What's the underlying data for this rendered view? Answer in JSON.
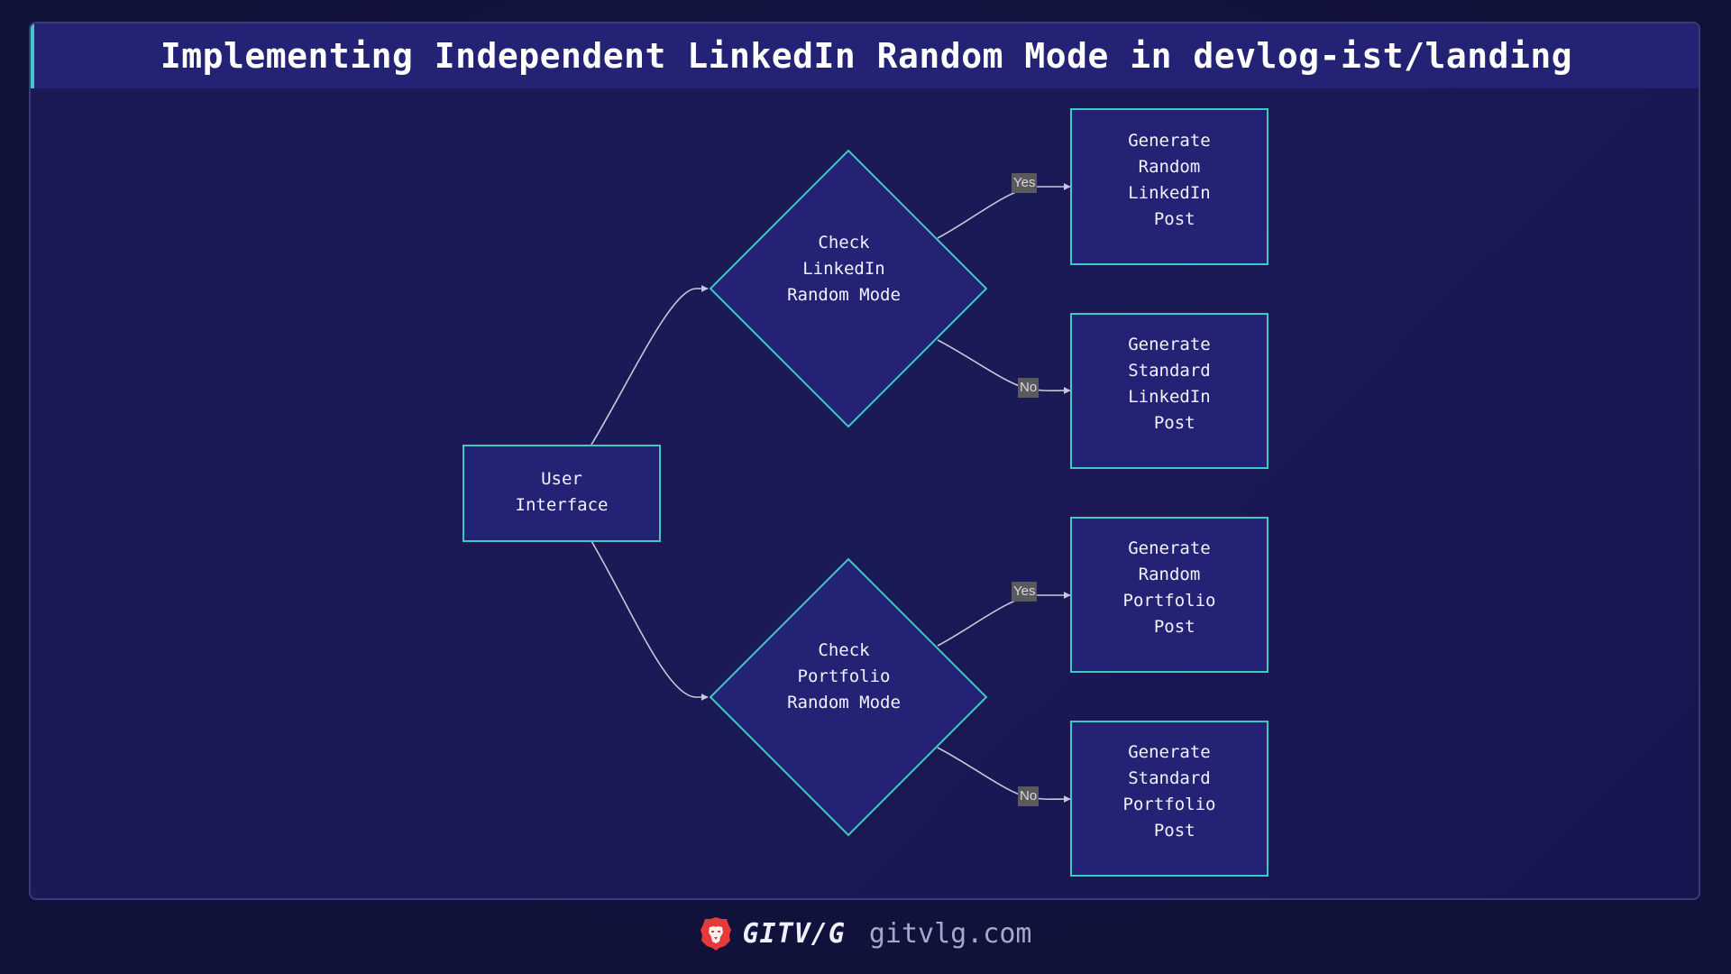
{
  "header": {
    "title": "Implementing Independent LinkedIn Random Mode in devlog-ist/landing"
  },
  "colors": {
    "background": "#11123a",
    "card": "#1b1a55",
    "header": "#242275",
    "accent": "#3ec9c3",
    "node_fill": "#242275",
    "node_stroke": "#3ec9c3",
    "edge": "#c8c8dc",
    "edge_label_bg": "#5a5a5e",
    "logo_red": "#e53a3a"
  },
  "diagram": {
    "nodes": [
      {
        "id": "user-interface",
        "shape": "rect",
        "label": "User\nInterface"
      },
      {
        "id": "check-linkedin",
        "shape": "diamond",
        "label": "Check\nLinkedIn\nRandom Mode"
      },
      {
        "id": "check-portfolio",
        "shape": "diamond",
        "label": "Check\nPortfolio\nRandom Mode"
      },
      {
        "id": "gen-random-linkedin",
        "shape": "rect",
        "label": "Generate\nRandom\nLinkedIn\nPost"
      },
      {
        "id": "gen-standard-linkedin",
        "shape": "rect",
        "label": "Generate\nStandard\nLinkedIn\nPost"
      },
      {
        "id": "gen-random-portfolio",
        "shape": "rect",
        "label": "Generate\nRandom\nPortfolio\nPost"
      },
      {
        "id": "gen-standard-portfolio",
        "shape": "rect",
        "label": "Generate\nStandard\nPortfolio\nPost"
      }
    ],
    "edges": [
      {
        "from": "user-interface",
        "to": "check-linkedin",
        "label": ""
      },
      {
        "from": "user-interface",
        "to": "check-portfolio",
        "label": ""
      },
      {
        "from": "check-linkedin",
        "to": "gen-random-linkedin",
        "label": "Yes"
      },
      {
        "from": "check-linkedin",
        "to": "gen-standard-linkedin",
        "label": "No"
      },
      {
        "from": "check-portfolio",
        "to": "gen-random-portfolio",
        "label": "Yes"
      },
      {
        "from": "check-portfolio",
        "to": "gen-standard-portfolio",
        "label": "No"
      }
    ],
    "labels": {
      "user_interface": "User\nInterface",
      "check_linkedin": "Check\nLinkedIn\nRandom Mode",
      "check_portfolio": "Check\nPortfolio\nRandom Mode",
      "gen_random_linkedin": "Generate\nRandom\nLinkedIn\n Post",
      "gen_standard_linkedin": "Generate\nStandard\nLinkedIn\n Post",
      "gen_random_portfolio": "Generate\nRandom\nPortfolio\n Post",
      "gen_standard_portfolio": "Generate\nStandard\nPortfolio\n Post",
      "yes_1": "Yes",
      "no_1": "No",
      "yes_2": "Yes",
      "no_2": "No"
    }
  },
  "footer": {
    "logo_icon": "lion-head-icon",
    "brand": "GITV/G",
    "domain": "gitvlg.com"
  }
}
